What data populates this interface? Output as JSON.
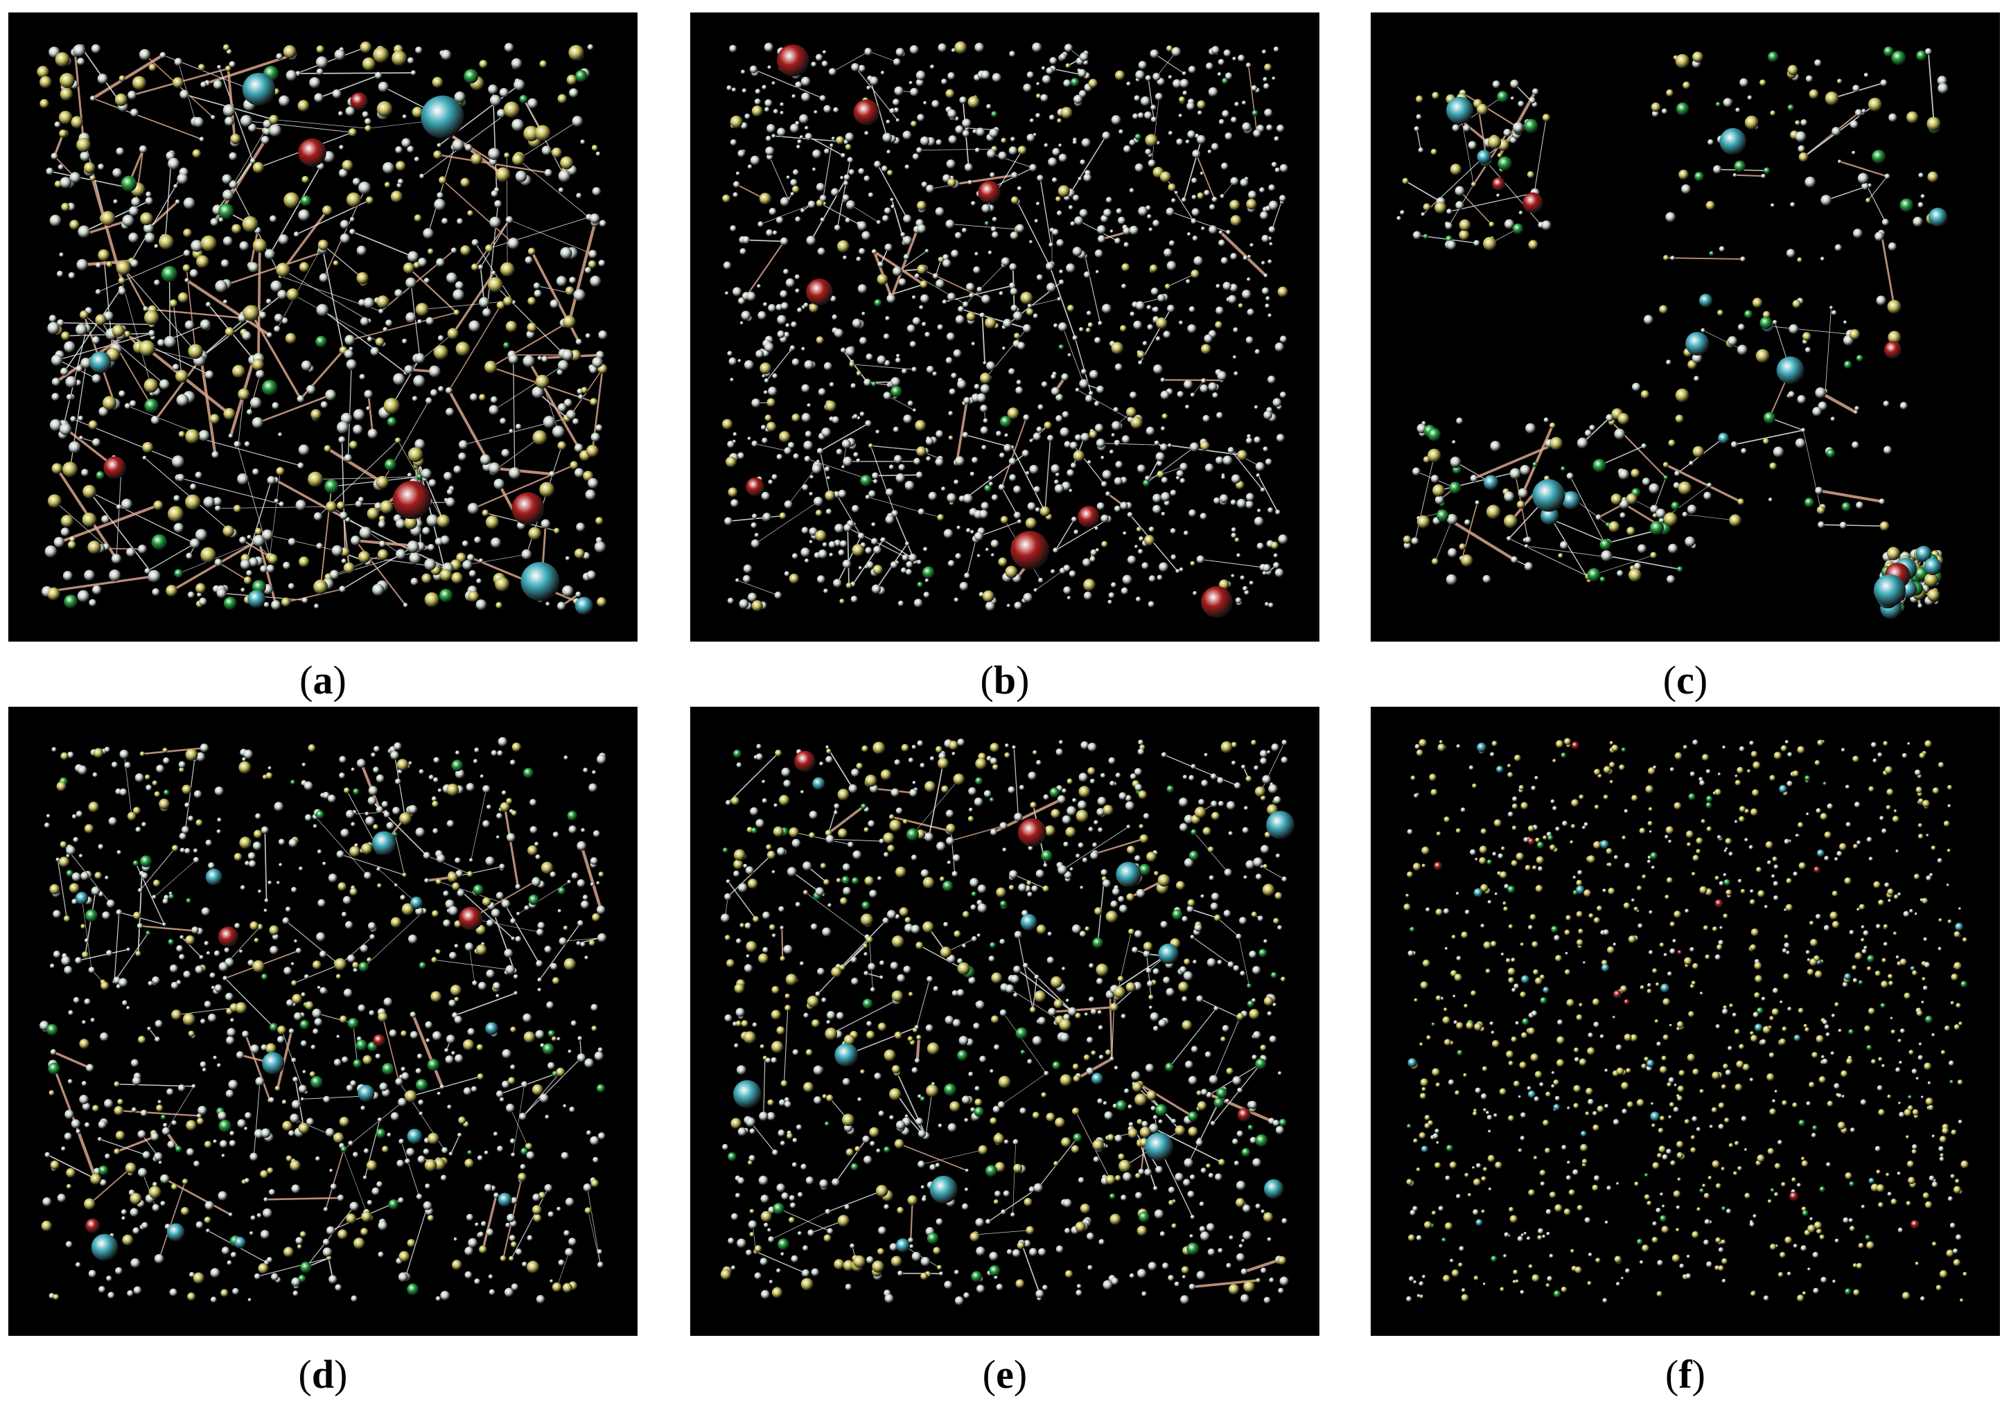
{
  "figure": {
    "colors": {
      "background": "#000000",
      "node_grey": "#c9d4cc",
      "node_yellow": "#c9c15a",
      "node_green": "#1f9e3a",
      "node_cyan": "#3fa9b8",
      "node_red": "#a81c1c",
      "edge_white": "#e8ecea",
      "edge_salmon": "#d9a48c"
    },
    "panels": [
      {
        "label": "a",
        "density": "very dense"
      },
      {
        "label": "b",
        "density": "dense"
      },
      {
        "label": "c",
        "density": "sparse clustered"
      },
      {
        "label": "d",
        "density": "moderate"
      },
      {
        "label": "e",
        "density": "moderate"
      },
      {
        "label": "f",
        "density": "isolated nodes"
      }
    ]
  }
}
